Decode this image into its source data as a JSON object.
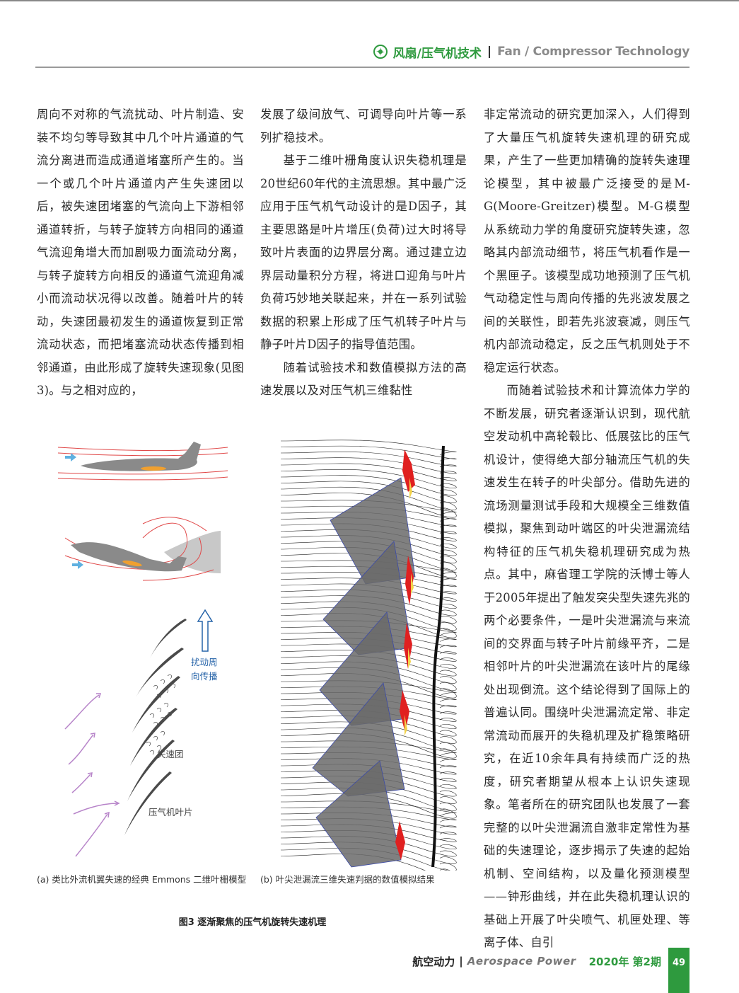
{
  "header": {
    "section_cn": "风扇/压气机技术",
    "separator": "|",
    "section_en": "Fan / Compressor Technology"
  },
  "columns": {
    "col1": [
      "周向不对称的气流扰动、叶片制造、安装不均匀等导致其中几个叶片通道的气流分离进而造成通道堵塞所产生的。当一个或几个叶片通道内产生失速团以后，被失速团堵塞的气流向上下游相邻通道转折，与转子旋转方向相同的通道气流迎角增大而加剧吸力面流动分离，与转子旋转方向相反的通道气流迎角减小而流动状况得以改善。随着叶片的转动，失速团最初发生的通道恢复到正常流动状态，而把堵塞流动状态传播到相邻通道，由此形成了旋转失速现象(见图3)。与之相对应的，"
    ],
    "col2": [
      "发展了级间放气、可调导向叶片等一系列扩稳技术。",
      "基于二维叶栅角度认识失稳机理是20世纪60年代的主流思想。其中最广泛应用于压气机气动设计的是D因子，其主要思路是叶片增压(负荷)过大时将导致叶片表面的边界层分离。通过建立边界层动量积分方程，将进口迎角与叶片负荷巧妙地关联起来，并在一系列试验数据的积累上形成了压气机转子叶片与静子叶片D因子的指导值范围。",
      "随着试验技术和数值模拟方法的高速发展以及对压气机三维黏性"
    ],
    "col3": [
      "非定常流动的研究更加深入，人们得到了大量压气机旋转失速机理的研究成果，产生了一些更加精确的旋转失速理论模型，其中被最广泛接受的是M-G(Moore-Greitzer)模型。M-G模型从系统动力学的角度研究旋转失速，忽略其内部流动细节，将压气机看作是一个黑匣子。该模型成功地预测了压气机气动稳定性与周向传播的先兆波发展之间的关联性，即若先兆波衰减，则压气机内部流动稳定，反之压气机则处于不稳定运行状态。",
      "而随着试验技术和计算流体力学的不断发展，研究者逐渐认识到，现代航空发动机中高轮毂比、低展弦比的压气机设计，使得绝大部分轴流压气机的失速发生在转子的叶尖部分。借助先进的流场测量测试手段和大规模全三维数值模拟，聚焦到动叶端区的叶尖泄漏流结构特征的压气机失稳机理研究成为热点。其中，麻省理工学院的沃博士等人于2005年提出了触发突尖型失速先兆的两个必要条件，一是叶尖泄漏流与来流间的交界面与转子叶片前缘平齐，二是相邻叶片的叶尖泄漏流在该叶片的尾缘处出现倒流。这个结论得到了国际上的普遍认同。围绕叶尖泄漏流定常、非定常流动而展开的失稳机理及扩稳策略研究，在近10余年具有持续而广泛的热度，研究者期望从根本上认识失速现象。笔者所在的研究团队也发展了一套完整的以叶尖泄漏流自激非定常性为基础的失速理论，逐步揭示了失速的起始机制、空间结构，以及量化预测模型——钟形曲线，并在此失稳机理认识的基础上开展了叶尖喷气、机匣处理、等离子体、自引"
    ]
  },
  "figure": {
    "labels": {
      "propagation_line1": "扰动周",
      "propagation_line2": "向传播",
      "stall_cell": "失速团",
      "blade": "压气机叶片"
    },
    "caption_a": "(a) 类比外流机翼失速的经典 Emmons 二维叶栅模型",
    "caption_b": "(b) 叶尖泄漏流三维失速判据的数值模拟结果",
    "title": "图3  逐渐聚焦的压气机旋转失速机理"
  },
  "footer": {
    "journal_cn": "航空动力",
    "separator": "|",
    "journal_en": "Aerospace Power",
    "issue": "2020年 第2期",
    "page": "49"
  },
  "colors": {
    "brand_green": "#2e9a3e",
    "arrow_blue": "#2563a8",
    "streamline_red": "#e04848",
    "flow_purple": "#b784c9"
  }
}
